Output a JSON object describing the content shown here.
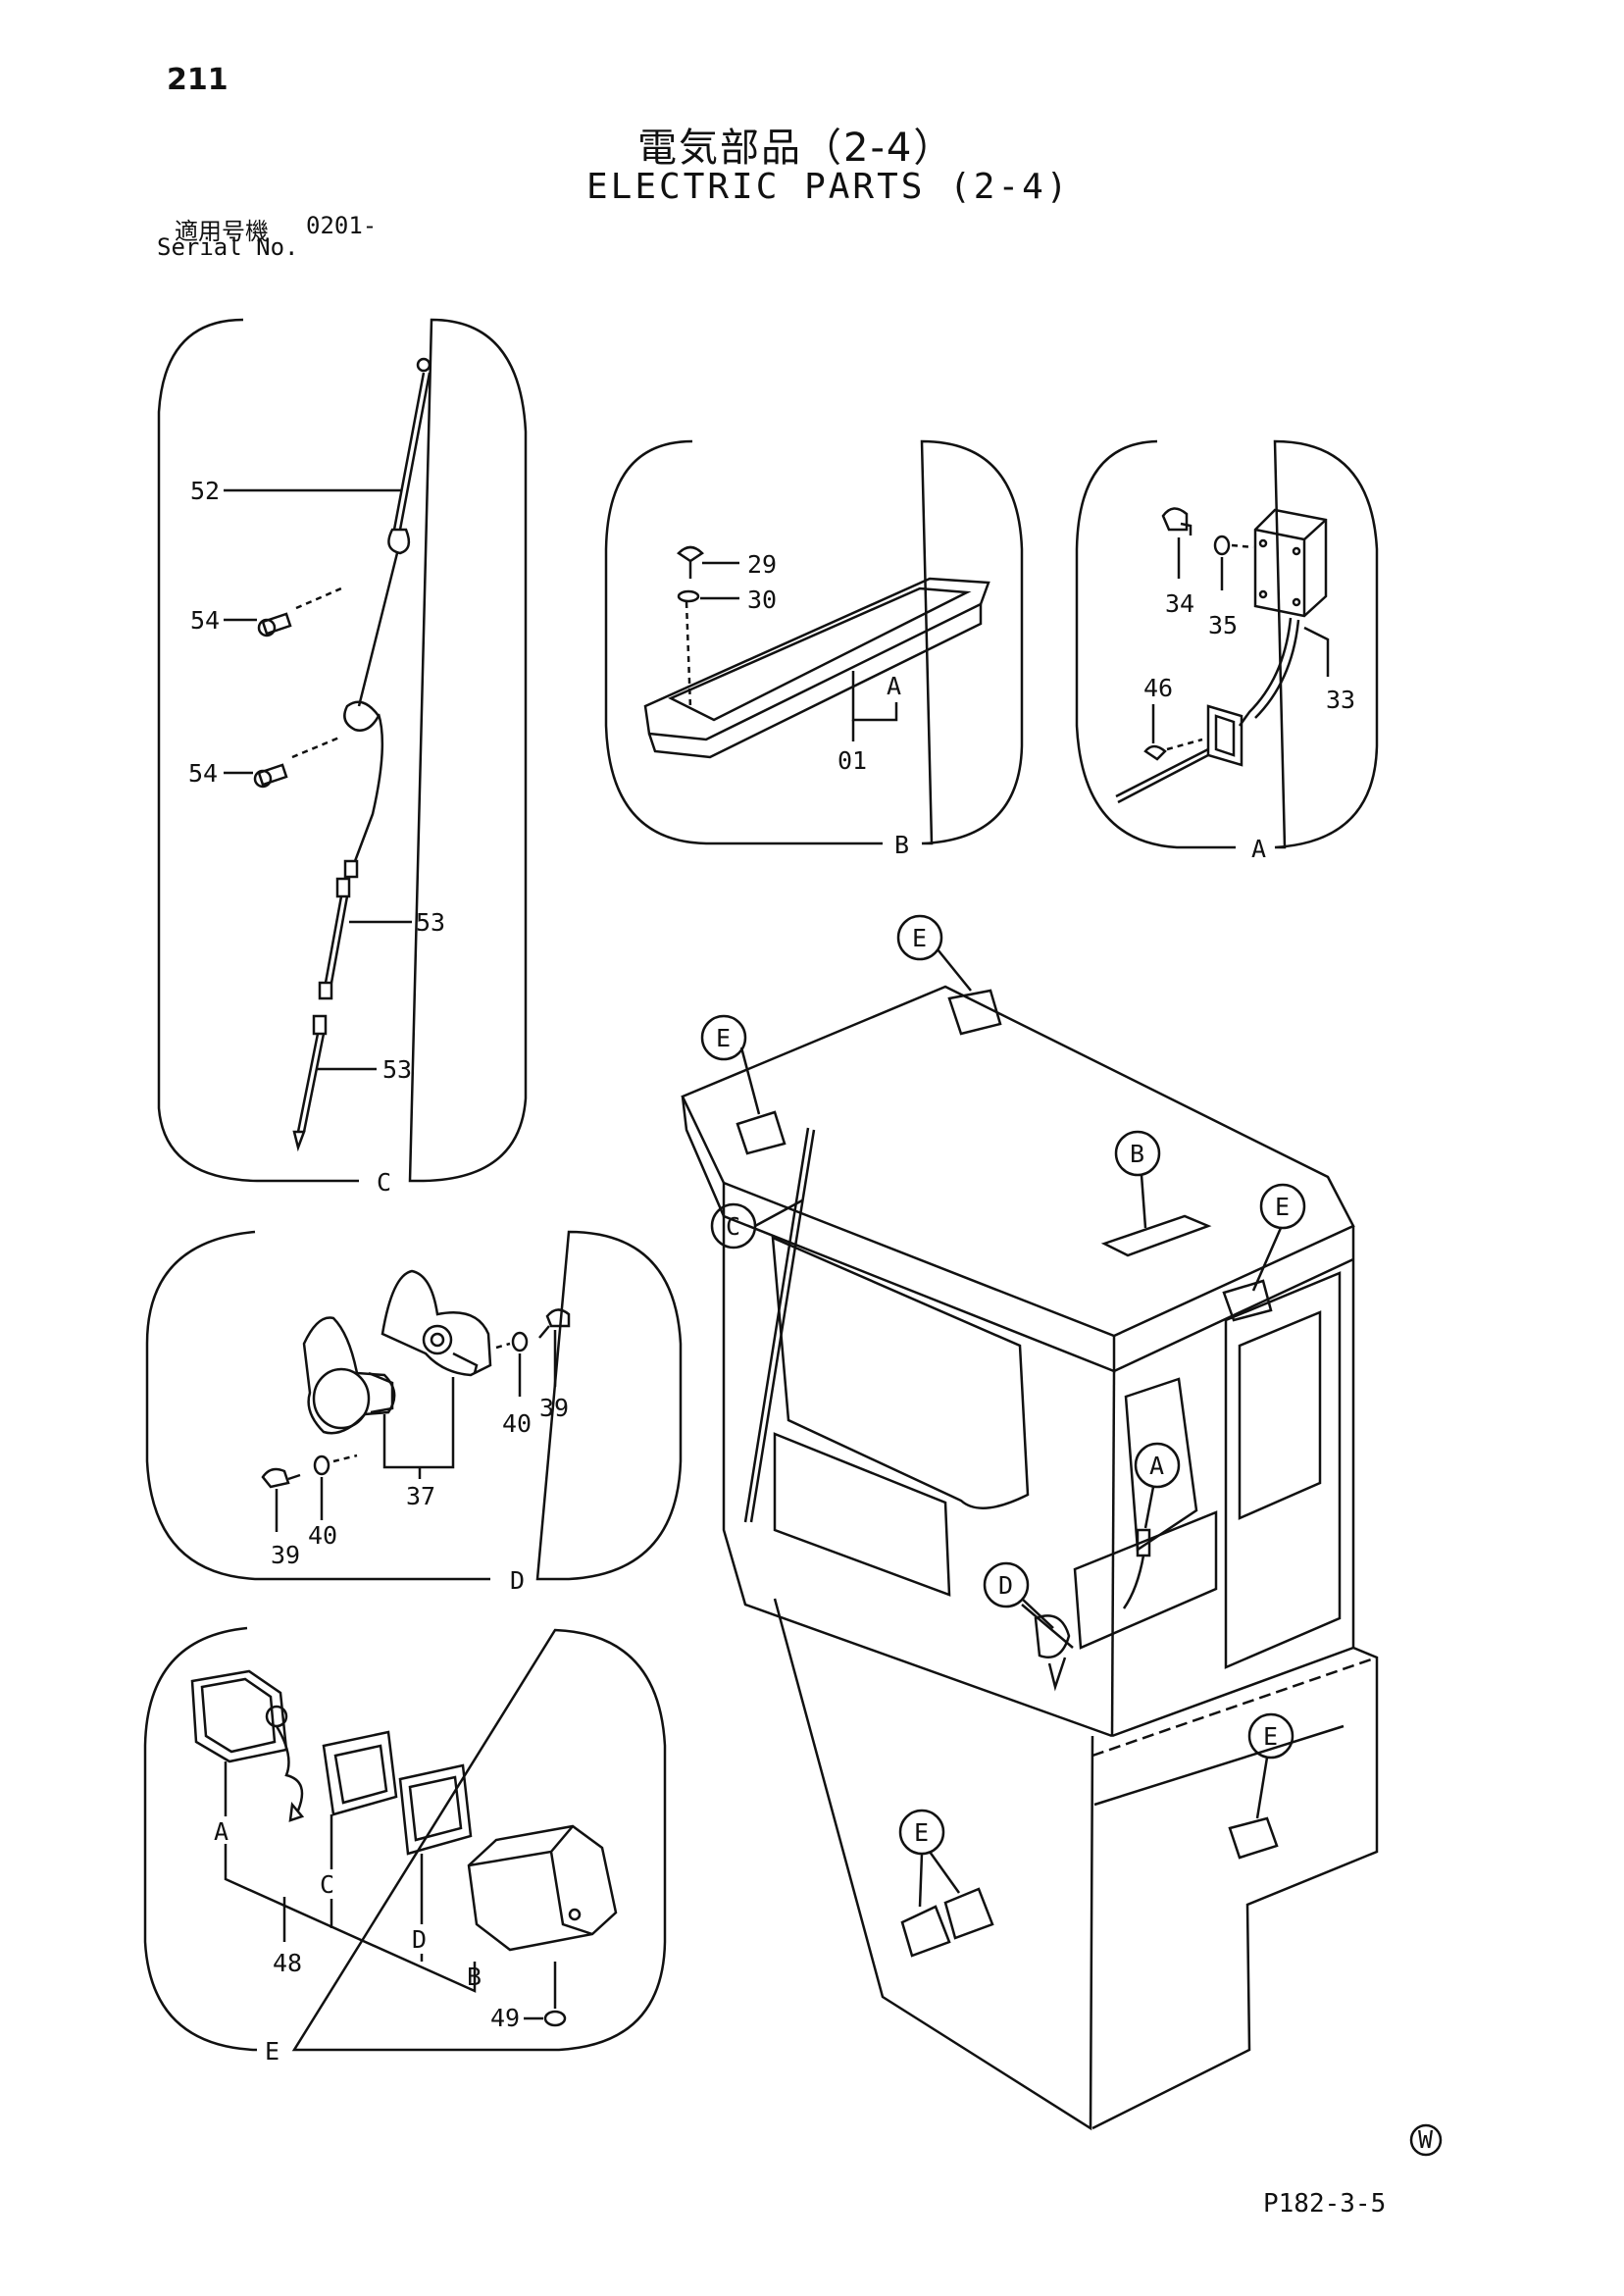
{
  "header": {
    "page_number": "211",
    "title_jp": "電気部品（2-4）",
    "title_en": "ELECTRIC PARTS (2-4)",
    "serial_jp_label": "適用号機",
    "serial_value": "0201-",
    "serial_en_label": "Serial No."
  },
  "footer": {
    "page_ref": "P182-3-5",
    "watermark": "W"
  },
  "diagram": {
    "panels": {
      "c": "C",
      "b": "B",
      "a": "A",
      "d": "D",
      "e": "E"
    },
    "callouts": {
      "p52": "52",
      "p54a": "54",
      "p54b": "54",
      "p53a": "53",
      "p53b": "53",
      "p29": "29",
      "p30": "30",
      "p01": "01",
      "p01_ref": "A",
      "p34": "34",
      "p35": "35",
      "p33": "33",
      "p46": "46",
      "p40a": "40",
      "p39a": "39",
      "p37": "37",
      "p39b": "39",
      "p40b": "40",
      "p48": "48",
      "p49": "49",
      "e_ref_a": "A",
      "e_ref_c": "C",
      "e_ref_d": "D",
      "e_ref_b": "B"
    },
    "cab_markers": {
      "e1": "E",
      "e2": "E",
      "e3": "E",
      "e4": "E",
      "e5": "E",
      "b": "B",
      "c": "C",
      "a": "A",
      "d": "D"
    }
  }
}
